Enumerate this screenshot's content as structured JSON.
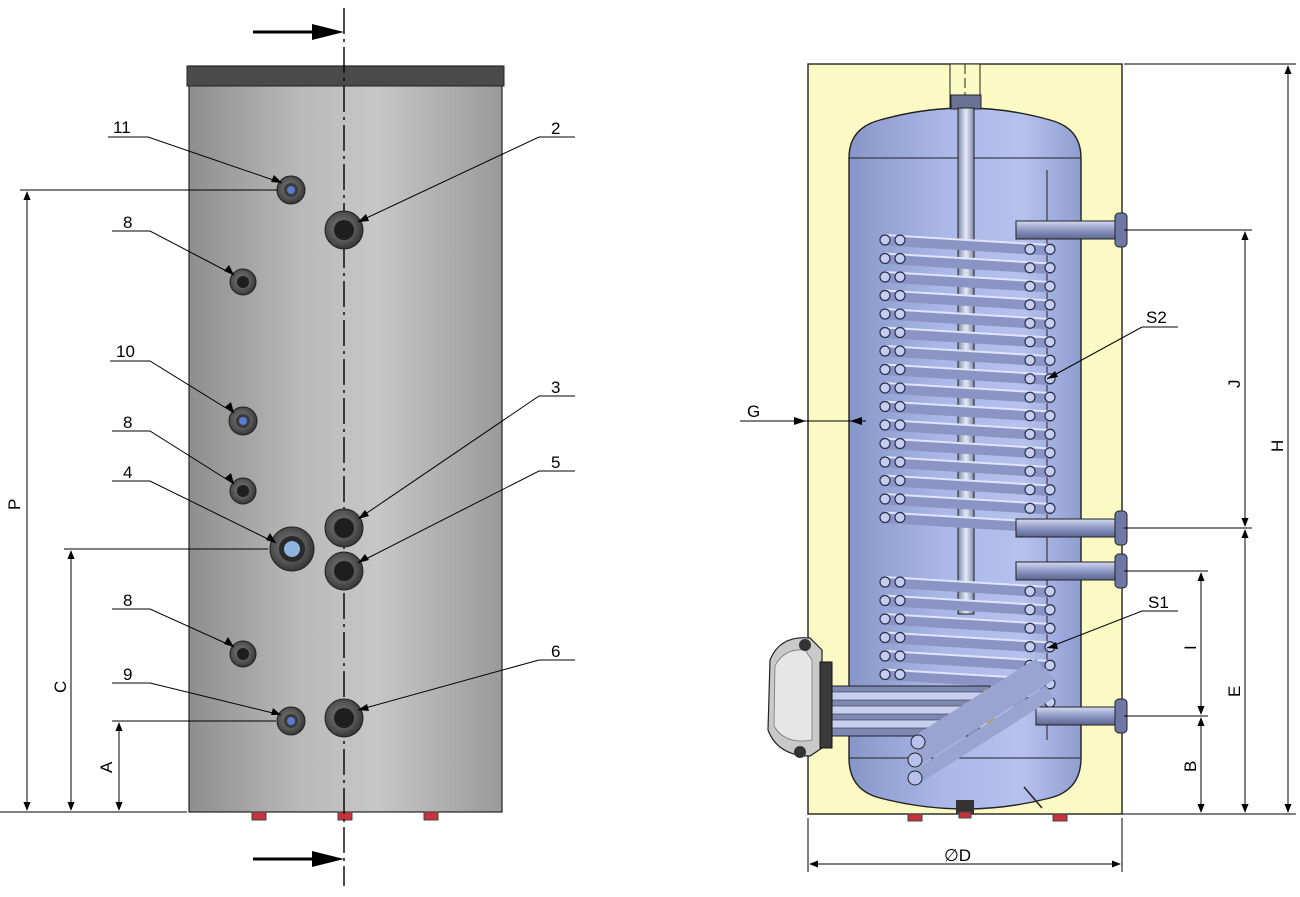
{
  "front_view": {
    "callouts": [
      "11",
      "8",
      "10",
      "8",
      "4",
      "8",
      "9",
      "2",
      "3",
      "5",
      "6"
    ],
    "dimensions": {
      "p": "P",
      "c": "C",
      "a": "A"
    }
  },
  "section_view": {
    "labels": {
      "s2": "S2",
      "s1": "S1",
      "g": "G"
    },
    "dimensions": {
      "j": "J",
      "h": "H",
      "i": "I",
      "e": "E",
      "b": "B",
      "d": "∅D"
    }
  },
  "colors": {
    "insulation": "#fbfac4",
    "tank": "#a3b2e4",
    "jacket": "#b4b4b4",
    "jacket_cap": "#4a4a4a",
    "feet": "#c8323c"
  }
}
